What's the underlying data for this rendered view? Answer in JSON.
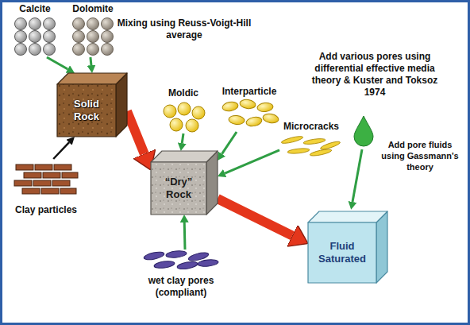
{
  "diagram": {
    "nodes": [
      {
        "text": [
          "Calcite"
        ]
      },
      {
        "text": [
          "Dolomite"
        ]
      },
      {
        "text": [
          "Solid Rock"
        ]
      },
      {
        "text": [
          "Moldic"
        ]
      },
      {
        "text": [
          "Interparticle"
        ]
      },
      {
        "text": [
          "Microcracks"
        ]
      },
      {
        "text": [
          "Clay particles"
        ]
      },
      {
        "text": [
          "“Dry” Rock"
        ]
      },
      {
        "text": [
          "Fluid Saturated"
        ]
      },
      {
        "text": [
          "wet clay pores (compliant)"
        ]
      }
    ],
    "edges": [
      {
        "from": 0,
        "to": 2,
        "arrow": "to"
      },
      {
        "from": 1,
        "to": 2,
        "arrow": "to"
      },
      {
        "from": 6,
        "to": 2,
        "arrow": "to"
      },
      {
        "from": 2,
        "to": 7,
        "arrow": "to"
      },
      {
        "from": 3,
        "to": 7,
        "arrow": "to"
      },
      {
        "from": 4,
        "to": 7,
        "arrow": "to"
      },
      {
        "from": 5,
        "to": 7,
        "arrow": "to"
      },
      {
        "from": 9,
        "to": 7,
        "arrow": "to"
      },
      {
        "from": 7,
        "to": 8,
        "arrow": "to"
      }
    ],
    "labels": [
      "Mixing using Reuss-Voigt-Hill average",
      "Add various pores using differential effective media theory & Kuster and Toksoz 1974",
      "Add pore fluids using Gassmann's theory"
    ]
  }
}
